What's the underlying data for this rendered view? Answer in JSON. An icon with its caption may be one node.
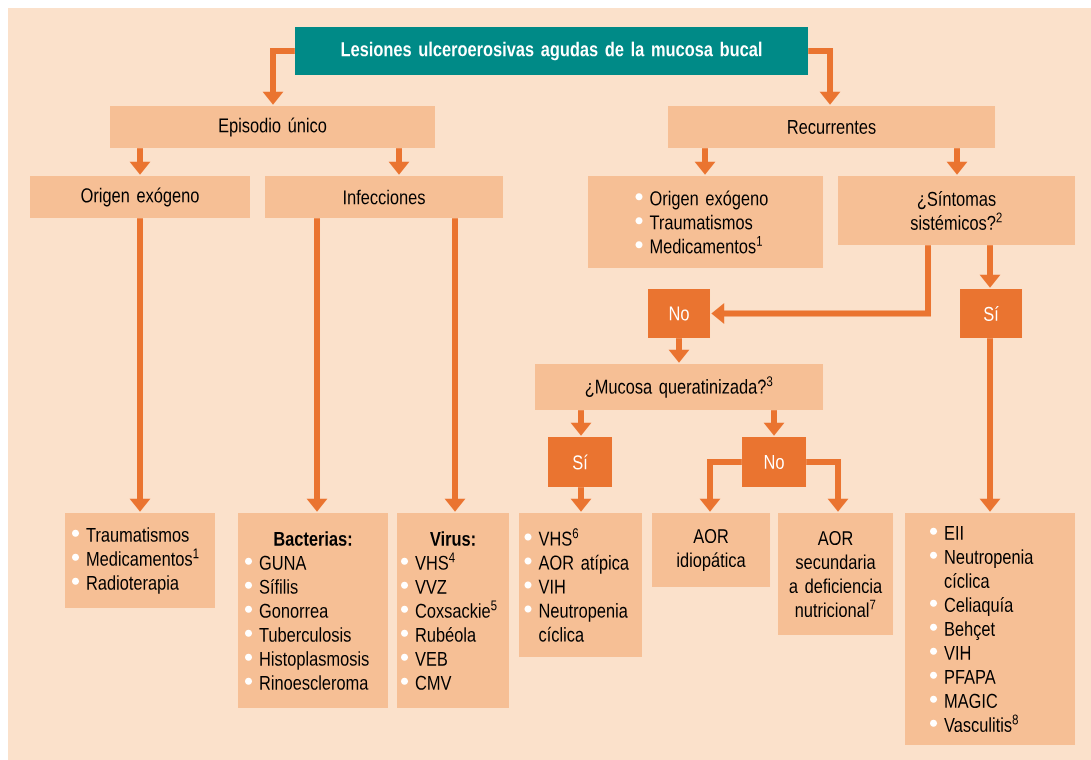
{
  "diagram": {
    "nodes": [
      {
        "text": [
          "Lesiones ulceroerosivas agudas de la mucosa bucal"
        ]
      },
      {
        "text": [
          "Episodio único"
        ]
      },
      {
        "text": [
          "Recurrentes"
        ]
      },
      {
        "text": [
          "Origen exógeno"
        ]
      },
      {
        "text": [
          "Infecciones"
        ]
      },
      {
        "text": [
          "Origen exógeno",
          "Traumatismos",
          "Medicamentos$^{1}$"
        ]
      },
      {
        "text": [
          "¿Síntomas sistémicos?$^{2}$"
        ]
      },
      {
        "text": [
          "No"
        ]
      },
      {
        "text": [
          "Sí"
        ]
      },
      {
        "text": [
          "¿Mucosa queratinizada?$^{3}$"
        ]
      },
      {
        "text": [
          "Sí"
        ]
      },
      {
        "text": [
          "No"
        ]
      },
      {
        "text": [
          "Traumatismos",
          "Medicamentos$^{1}$",
          "Radioterapia"
        ]
      },
      {
        "text": [
          "Bacterias:",
          "GUNA",
          "Sífilis",
          "Gonorrea",
          "Tuberculosis",
          "Histoplasmosis",
          "Rinoescleroma"
        ]
      },
      {
        "text": [
          "Virus:",
          "VHS$^{4}$",
          "VVZ",
          "Coxsackie$^{5}$",
          "Rubéola",
          "VEB",
          "CMV"
        ]
      },
      {
        "text": [
          "VHS$^{6}$",
          "AOR atípica",
          "VIH",
          "Neutropenia cíclica"
        ]
      },
      {
        "text": [
          "AOR idiopática"
        ]
      },
      {
        "text": [
          "AOR secundaria a deficiencia nutricional$^{7}$"
        ]
      },
      {
        "text": [
          "EII",
          "Neutropenia cíclica",
          "Celiaquía",
          "Behçet",
          "VIH",
          "PFAPA",
          "MAGIC",
          "Vasculitis$^{8}$"
        ]
      }
    ],
    "edges": [
      {
        "from": 0,
        "to": 1,
        "arrow": "to"
      },
      {
        "from": 0,
        "to": 2,
        "arrow": "to"
      },
      {
        "from": 1,
        "to": 3,
        "arrow": "to"
      },
      {
        "from": 1,
        "to": 4,
        "arrow": "to"
      },
      {
        "from": 2,
        "to": 5,
        "arrow": "to"
      },
      {
        "from": 2,
        "to": 6,
        "arrow": "to"
      },
      {
        "from": 3,
        "to": 12,
        "arrow": "to"
      },
      {
        "from": 4,
        "to": 13,
        "arrow": "to"
      },
      {
        "from": 4,
        "to": 14,
        "arrow": "to"
      },
      {
        "from": 6,
        "to": 7,
        "arrow": "to"
      },
      {
        "from": 6,
        "to": 8,
        "arrow": "to"
      },
      {
        "from": 7,
        "to": 9,
        "arrow": "to"
      },
      {
        "from": 9,
        "to": 10,
        "arrow": "to"
      },
      {
        "from": 9,
        "to": 11,
        "arrow": "to"
      },
      {
        "from": 10,
        "to": 15,
        "arrow": "to"
      },
      {
        "from": 11,
        "to": 16,
        "arrow": "to"
      },
      {
        "from": 11,
        "to": 17,
        "arrow": "to"
      },
      {
        "from": 8,
        "to": 18,
        "arrow": "to"
      }
    ]
  }
}
